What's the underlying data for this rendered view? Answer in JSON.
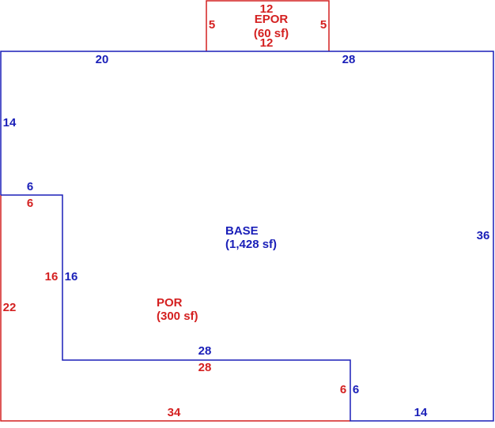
{
  "colors": {
    "base": "#1a1fb8",
    "porch": "#d42020",
    "background": "#ffffff"
  },
  "areas": {
    "base": {
      "name": "BASE",
      "area": "(1,428 sf)"
    },
    "por": {
      "name": "POR",
      "area": "(300 sf)"
    },
    "epor": {
      "name": "EPOR",
      "area": "(60 sf)"
    }
  },
  "dimensions": {
    "base": {
      "top_left": "20",
      "top_right": "28",
      "left_upper": "14",
      "step_top": "6",
      "step_side": "16",
      "step_bottom": "28",
      "notch_side": "6",
      "bottom_right": "14",
      "right": "36"
    },
    "por": {
      "top": "6",
      "inner_side": "16",
      "left": "22",
      "inner_bottom": "28",
      "right": "6",
      "bottom": "34"
    },
    "epor": {
      "top": "12",
      "bottom": "12",
      "left": "5",
      "right": "5"
    }
  }
}
